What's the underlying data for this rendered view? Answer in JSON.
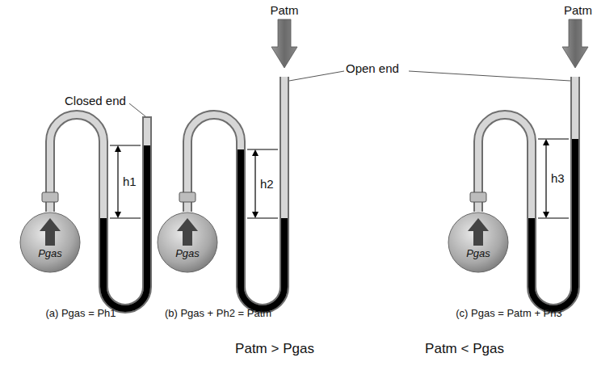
{
  "diagram": {
    "nodes": [
      {
        "text": [
          "Pgas"
        ]
      },
      {
        "text": [
          "Pgas"
        ]
      },
      {
        "text": [
          "Pgas"
        ]
      }
    ],
    "labels": [
      "Patm",
      "Patm",
      "Closed end",
      "Open end",
      "h1",
      "h2",
      "h3",
      "(a) Pgas = Ph1",
      "(b) Pgas + Ph2 = Patm",
      "(c) Pgas = Patm + Ph3",
      "Patm > Pgas",
      "Patm < Pgas"
    ]
  }
}
